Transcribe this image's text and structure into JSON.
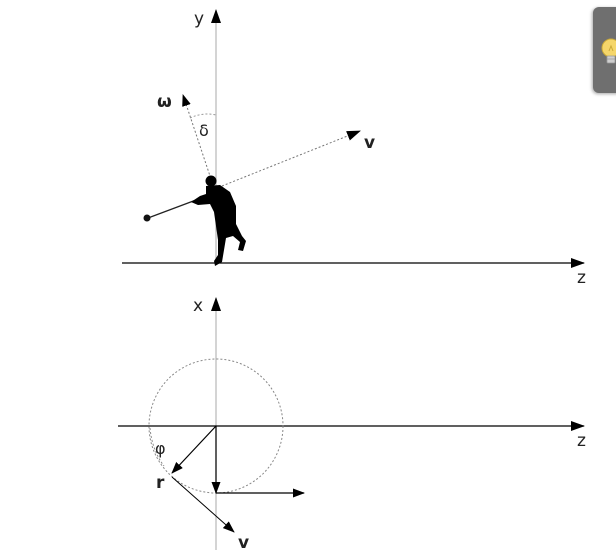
{
  "top_view": {
    "axis_y": "y",
    "axis_z": "z",
    "label_omega": "ω",
    "label_delta": "δ",
    "label_v": "v"
  },
  "bottom_view": {
    "axis_x": "x",
    "axis_z": "z",
    "label_phi": "φ",
    "label_r": "r",
    "label_v": "v"
  },
  "hint_tab": {
    "icon": "lightbulb-icon",
    "bulb_color": "#f5d66a",
    "tab_color": "#6f6f6f"
  }
}
